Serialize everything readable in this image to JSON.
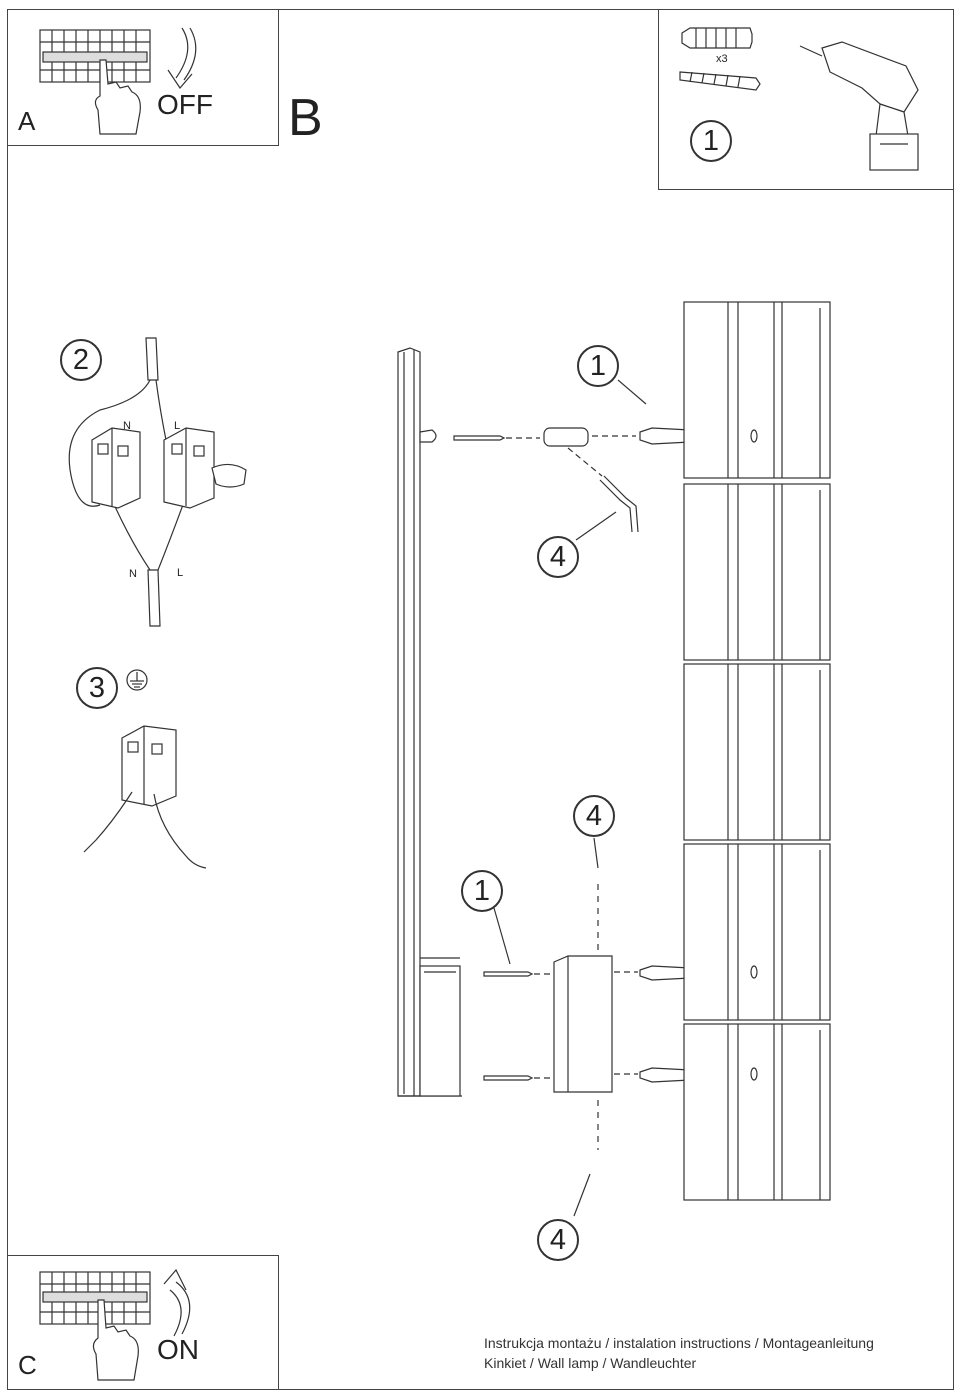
{
  "steps": {
    "a_letter": "A",
    "a_action": "OFF",
    "b_letter": "B",
    "c_letter": "C",
    "c_action": "ON"
  },
  "hardware": {
    "quantity": "x3",
    "step_number": "1"
  },
  "wiring": {
    "step_2": "2",
    "neutral_label": "N",
    "live_label": "L",
    "step_3": "3"
  },
  "assembly": {
    "callout_1": "1",
    "callout_4": "4"
  },
  "footer": {
    "line1": "Instrukcja montażu / instalation instructions / Montageanleitung",
    "line2": "Kinkiet / Wall lamp / Wandleuchter"
  }
}
